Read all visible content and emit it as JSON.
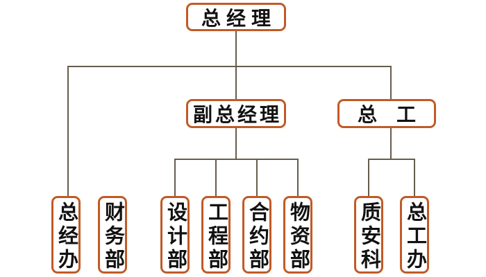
{
  "diagram": {
    "type": "org-chart",
    "nodes": {
      "general_manager": {
        "label": "总经理"
      },
      "deputy_general_manager": {
        "label": "副总经理"
      },
      "chief_engineer": {
        "label": "总　工"
      },
      "gm_office": {
        "label": "总经办"
      },
      "finance_dept": {
        "label": "财务部"
      },
      "design_dept": {
        "label": "设计部"
      },
      "engineering_dept": {
        "label": "工程部"
      },
      "contract_dept": {
        "label": "合约部"
      },
      "materials_dept": {
        "label": "物资部"
      },
      "quality_safety_section": {
        "label": "质安科"
      },
      "chief_engineer_office": {
        "label": "总工办"
      }
    },
    "edges_drawn": [
      {
        "parent": "总经理",
        "children": [
          "总经办",
          "副总经理",
          "总　工"
        ]
      },
      {
        "parent": "副总经理",
        "children": [
          "设计部",
          "工程部",
          "合约部",
          "物资部"
        ]
      },
      {
        "parent": "总　工",
        "children": [
          "质安科",
          "总工办"
        ]
      }
    ],
    "notes": "财务部 box has no connector line drawn in the image"
  },
  "colors": {
    "box_border": "#c05a26",
    "connector": "#665c4c",
    "text": "#111111",
    "background": "#ffffff"
  }
}
